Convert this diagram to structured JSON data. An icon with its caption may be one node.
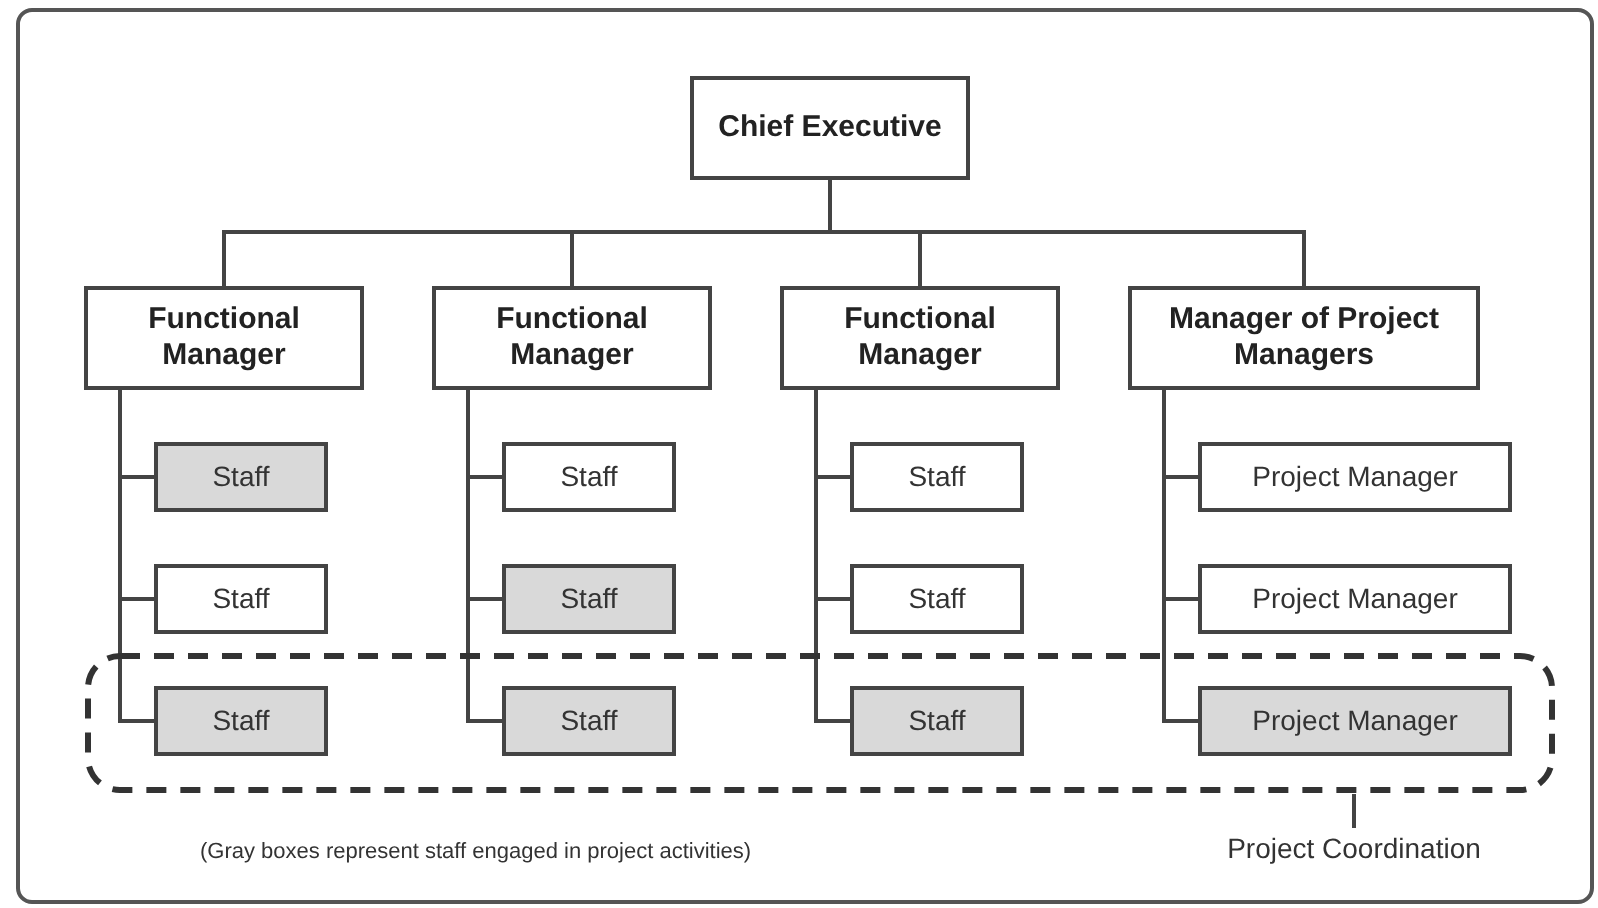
{
  "diagram": {
    "nodes": [
      {
        "text": [
          "Chief Executive"
        ]
      },
      {
        "text": [
          "Functional Manager"
        ]
      },
      {
        "text": [
          "Functional Manager"
        ]
      },
      {
        "text": [
          "Functional Manager"
        ]
      },
      {
        "text": [
          "Manager of Project Managers"
        ]
      },
      {
        "text": [
          "Staff"
        ]
      },
      {
        "text": [
          "Staff"
        ]
      },
      {
        "text": [
          "Staff"
        ]
      },
      {
        "text": [
          "Project Manager"
        ]
      },
      {
        "text": [
          "Staff"
        ]
      },
      {
        "text": [
          "Staff"
        ]
      },
      {
        "text": [
          "Staff"
        ]
      },
      {
        "text": [
          "Project Manager"
        ]
      },
      {
        "text": [],
        "shape": "box"
      },
      {
        "text": [
          "Staff"
        ],
        "in": 13
      },
      {
        "text": [
          "Staff"
        ],
        "in": 13
      },
      {
        "text": [
          "Staff"
        ],
        "in": 13
      },
      {
        "text": [
          "Project Manager"
        ],
        "in": 13
      },
      {
        "text": [
          "Project Coordination"
        ]
      }
    ],
    "edges": [
      {
        "from": 0,
        "to": 1,
        "arrow": "none"
      },
      {
        "from": 0,
        "to": 2,
        "arrow": "none"
      },
      {
        "from": 0,
        "to": 3,
        "arrow": "none"
      },
      {
        "from": 0,
        "to": 4,
        "arrow": "none"
      },
      {
        "from": 1,
        "to": 5,
        "arrow": "none"
      },
      {
        "from": 1,
        "to": 9,
        "arrow": "none"
      },
      {
        "from": 1,
        "to": 14,
        "arrow": "none"
      },
      {
        "from": 2,
        "to": 6,
        "arrow": "none"
      },
      {
        "from": 2,
        "to": 10,
        "arrow": "none"
      },
      {
        "from": 2,
        "to": 15,
        "arrow": "none"
      },
      {
        "from": 3,
        "to": 7,
        "arrow": "none"
      },
      {
        "from": 3,
        "to": 11,
        "arrow": "none"
      },
      {
        "from": 3,
        "to": 16,
        "arrow": "none"
      },
      {
        "from": 4,
        "to": 8,
        "arrow": "none"
      },
      {
        "from": 4,
        "to": 12,
        "arrow": "none"
      },
      {
        "from": 4,
        "to": 17,
        "arrow": "none"
      },
      {
        "from": 18,
        "to": 13,
        "arrow": "none"
      }
    ],
    "labels": [
      "(Gray boxes represent staff engaged in project activities)"
    ]
  }
}
